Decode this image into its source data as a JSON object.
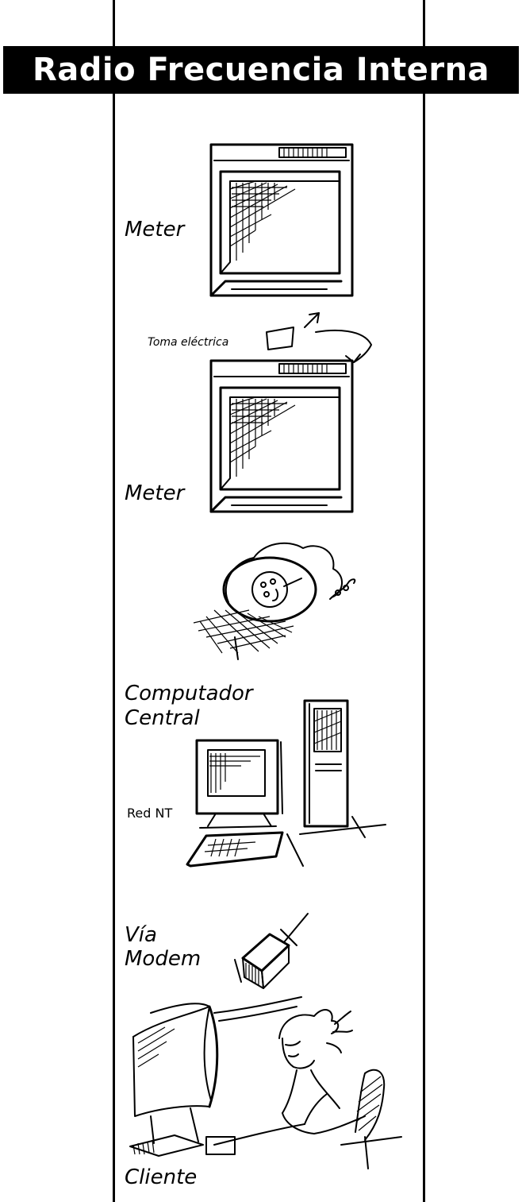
{
  "title": "Radio Frecuencia Interna",
  "stages": {
    "meter1_label": "Meter",
    "outlet_label": "Toma eléctrica",
    "meter2_label": "Meter",
    "central_label_line1": "Computador",
    "central_label_line2": "Central",
    "network_label": "Red NT",
    "modem_label_line1": "Vía",
    "modem_label_line2": "Modem",
    "client_label": "Cliente"
  },
  "icons": [
    "meter-display-icon",
    "meter-display-icon",
    "power-outlet-icon",
    "dish-antenna-icon",
    "desktop-computer-icon",
    "server-tower-icon",
    "modem-icon",
    "client-person-at-computer-icon"
  ],
  "colors": {
    "ink": "#000000",
    "title_background": "#000000",
    "title_text": "#ffffff",
    "page_background": "#ffffff"
  }
}
